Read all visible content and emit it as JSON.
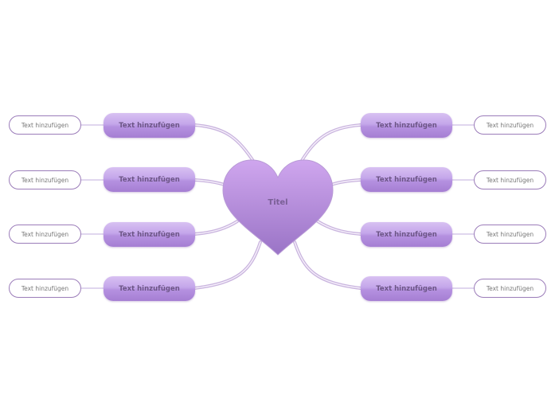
{
  "center": {
    "title": "Titel"
  },
  "left_branches": [
    {
      "label": "Text hinzufügen",
      "leaf": "Text hinzufügen"
    },
    {
      "label": "Text hinzufügen",
      "leaf": "Text hinzufügen"
    },
    {
      "label": "Text hinzufügen",
      "leaf": "Text hinzufügen"
    },
    {
      "label": "Text hinzufügen",
      "leaf": "Text hinzufügen"
    }
  ],
  "right_branches": [
    {
      "label": "Text hinzufügen",
      "leaf": "Text hinzufügen"
    },
    {
      "label": "Text hinzufügen",
      "leaf": "Text hinzufügen"
    },
    {
      "label": "Text hinzufügen",
      "leaf": "Text hinzufügen"
    },
    {
      "label": "Text hinzufügen",
      "leaf": "Text hinzufügen"
    }
  ],
  "colors": {
    "heart_top": "#cfa6ee",
    "heart_bottom": "#9a74c6",
    "branch_top": "#d8c1f2",
    "branch_bottom": "#a57ed3",
    "leaf_border": "#9b7cb9",
    "connector": "#c9b4de"
  }
}
